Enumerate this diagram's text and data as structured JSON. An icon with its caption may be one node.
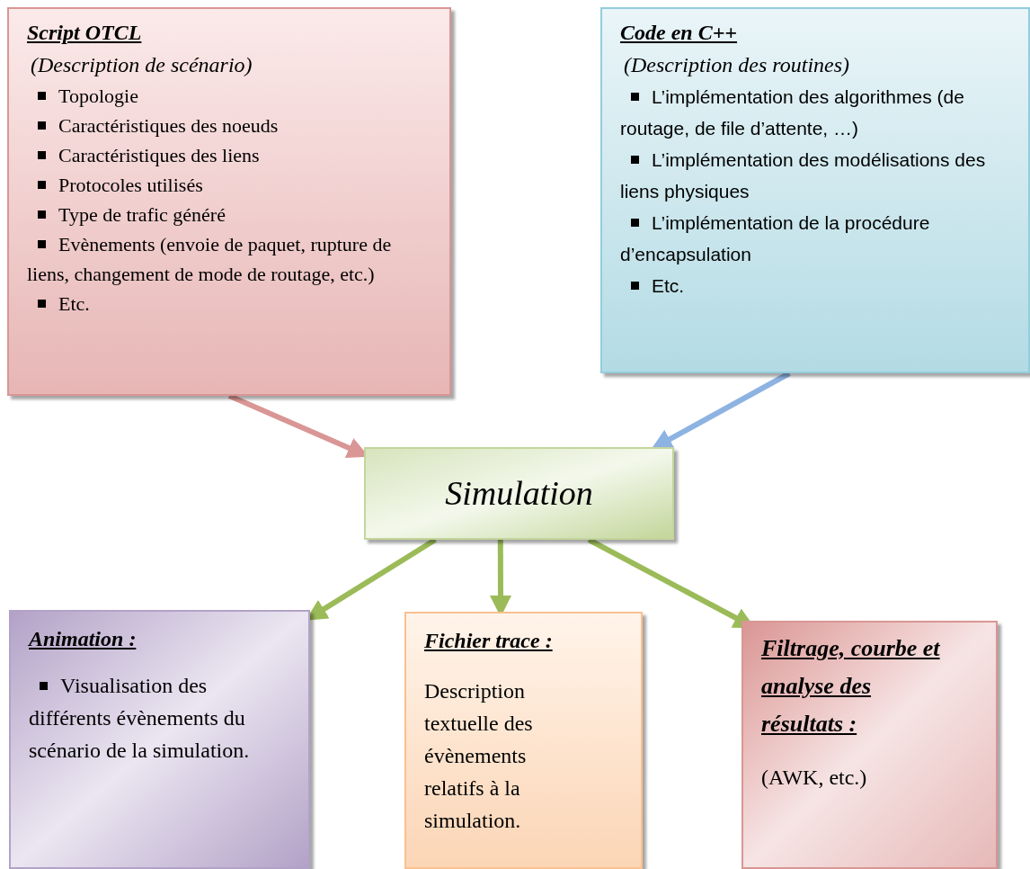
{
  "diagram": {
    "nodes": [
      {
        "text": [
          "Script OTCL",
          "(Description de scénario)",
          "Topologie",
          "Caractéristiques des noeuds",
          "Caractéristiques des liens",
          "Protocoles utilisés",
          "Type de trafic généré",
          "Evènements (envoie de paquet, rupture de liens, changement de mode de routage, etc.)",
          "Etc."
        ]
      },
      {
        "text": [
          "Code en C++",
          "(Description des routines)",
          "L’implémentation des algorithmes (de routage, de file d’attente, …)",
          "L’implémentation des modélisations des liens physiques",
          "L’implémentation de la procédure d’encapsulation",
          "Etc."
        ]
      },
      {
        "text": [
          "Simulation"
        ]
      },
      {
        "text": [
          "Animation :",
          "Visualisation des différents évènements du scénario de la simulation."
        ]
      },
      {
        "text": [
          "Fichier trace :",
          "Description textuelle des évènements relatifs à la simulation."
        ]
      },
      {
        "text": [
          "Filtrage, courbe et analyse des résultats :",
          "(AWK, etc.)"
        ]
      }
    ],
    "edges": [
      {
        "from": 0,
        "to": 2,
        "arrow": "to",
        "color": "#d99694"
      },
      {
        "from": 1,
        "to": 2,
        "arrow": "to",
        "color": "#8db3e2"
      },
      {
        "from": 2,
        "to": 3,
        "arrow": "to"
      },
      {
        "from": 2,
        "to": 4,
        "arrow": "to"
      },
      {
        "from": 2,
        "to": 5,
        "arrow": "to"
      }
    ]
  }
}
